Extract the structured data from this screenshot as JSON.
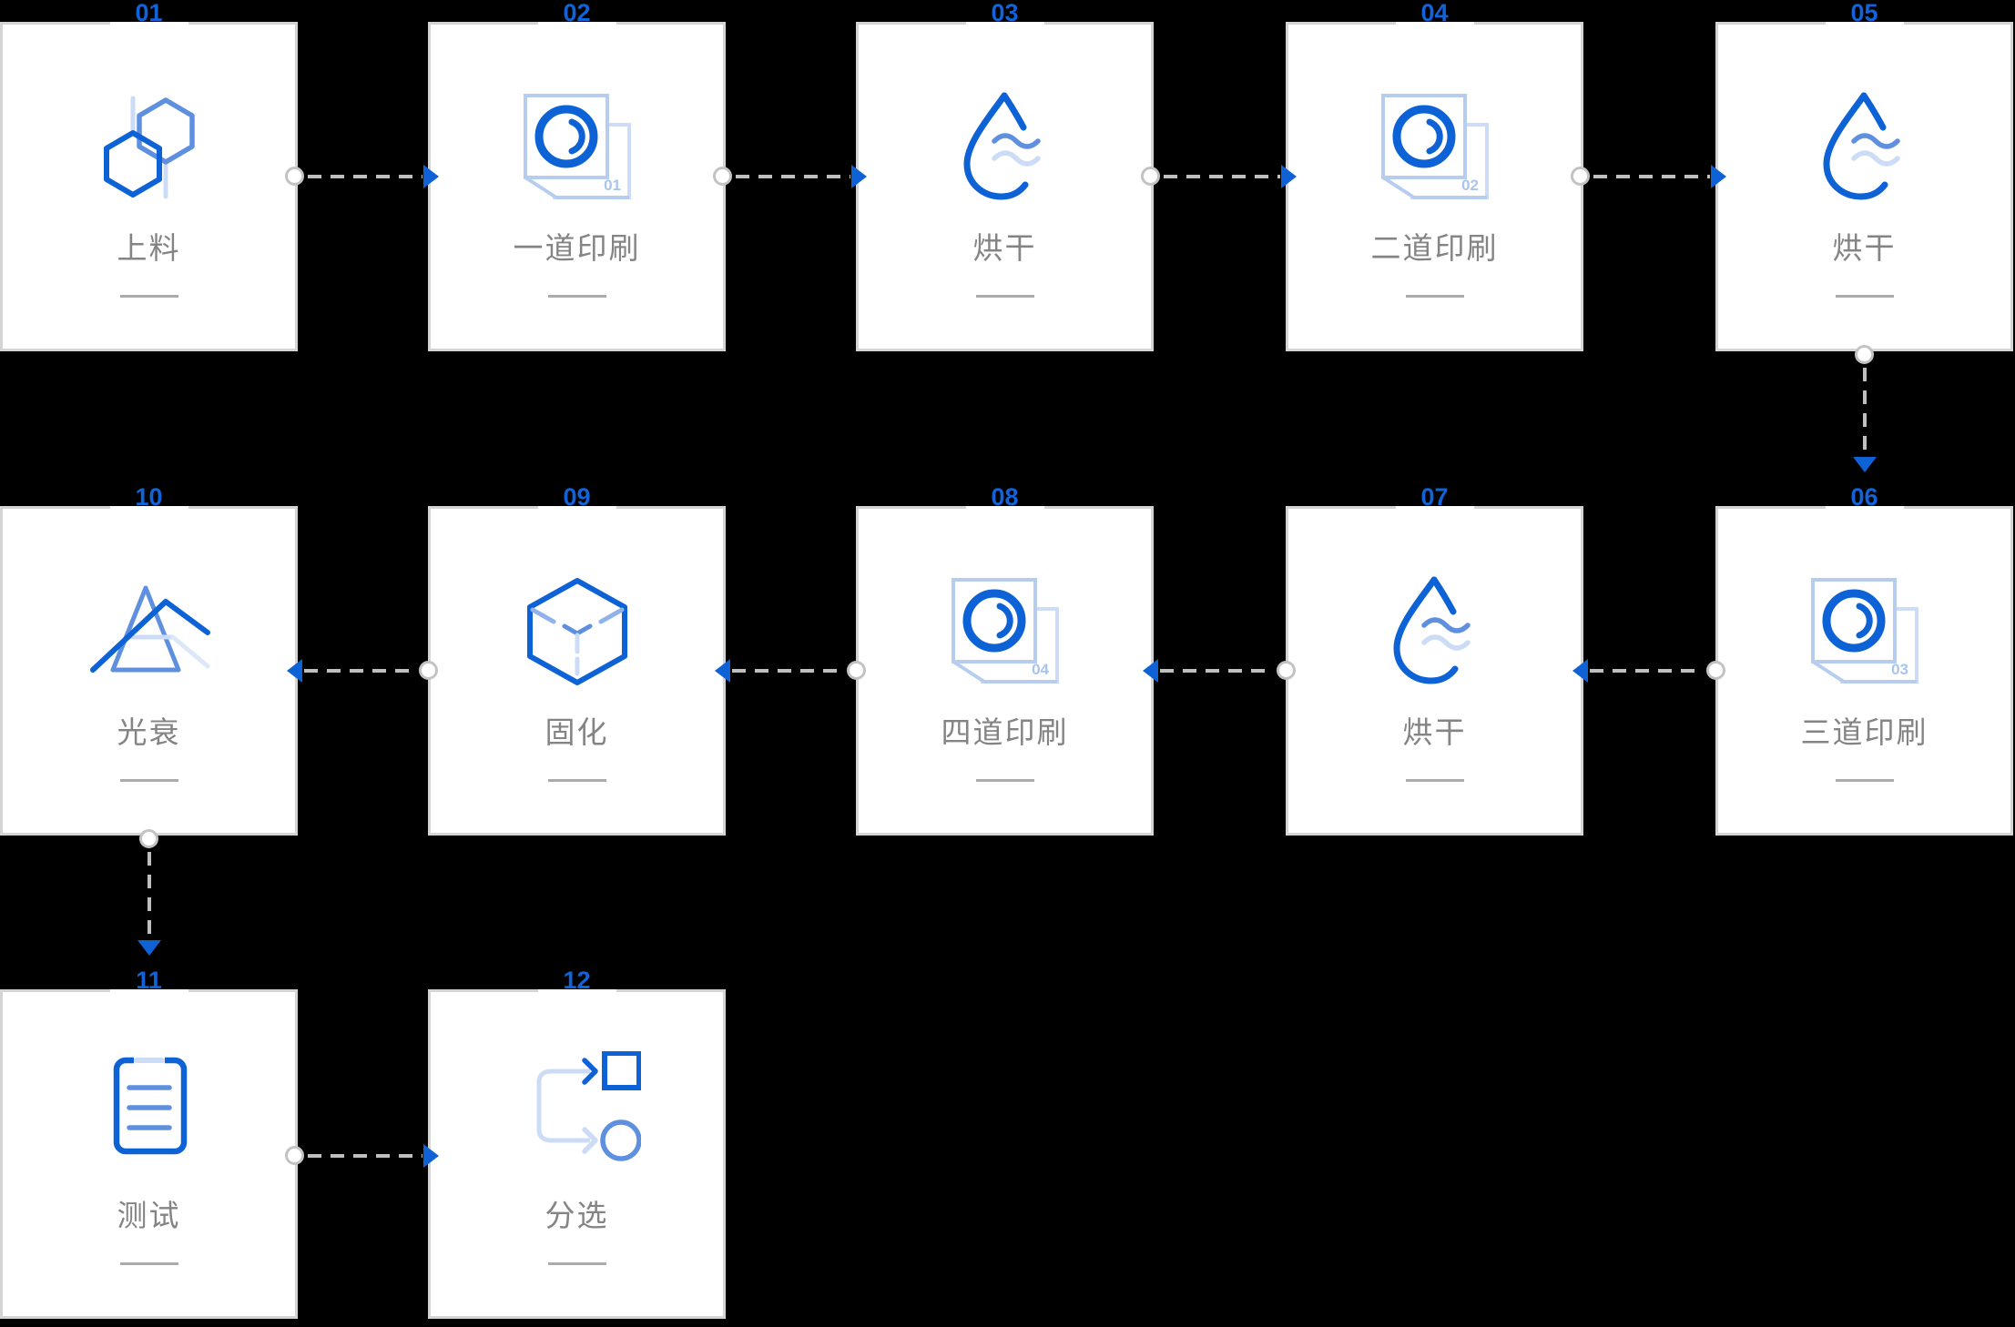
{
  "diagram": {
    "type": "process-flow",
    "description_visible_text_only": true,
    "colors": {
      "background": "#000000",
      "card_bg": "#ffffff",
      "card_border": "#d4d4d4",
      "step_number_blue": "#1063d9",
      "arrow_blue": "#0e62d6",
      "icon_dark_blue": "#0d62d5",
      "icon_medium_blue": "#5f90df",
      "icon_light_blue": "#b7cdf0",
      "icon_pale_blue": "#ccdcf6",
      "icon_palest_blue": "#dce7f8",
      "label_gray": "#848484",
      "underline_gray": "#ababab",
      "dash_gray": "#bfbfbf",
      "node_circle_gray": "#c3c3c3"
    }
  },
  "steps": [
    {
      "num": "01",
      "label": "上料",
      "icon": "hexagons",
      "row": 0,
      "col": 0
    },
    {
      "num": "02",
      "label": "一道印刷",
      "icon": "print",
      "badge": "01",
      "row": 0,
      "col": 1
    },
    {
      "num": "03",
      "label": "烘干",
      "icon": "dry",
      "row": 0,
      "col": 2
    },
    {
      "num": "04",
      "label": "二道印刷",
      "icon": "print",
      "badge": "02",
      "row": 0,
      "col": 3
    },
    {
      "num": "05",
      "label": "烘干",
      "icon": "dry",
      "row": 0,
      "col": 4
    },
    {
      "num": "06",
      "label": "三道印刷",
      "icon": "print",
      "badge": "03",
      "row": 1,
      "col": 4
    },
    {
      "num": "07",
      "label": "烘干",
      "icon": "dry",
      "row": 1,
      "col": 3
    },
    {
      "num": "08",
      "label": "四道印刷",
      "icon": "print",
      "badge": "04",
      "row": 1,
      "col": 2
    },
    {
      "num": "09",
      "label": "固化",
      "icon": "cube",
      "row": 1,
      "col": 1
    },
    {
      "num": "10",
      "label": "光衰",
      "icon": "prism",
      "row": 1,
      "col": 0
    },
    {
      "num": "11",
      "label": "测试",
      "icon": "checklist",
      "row": 2,
      "col": 0
    },
    {
      "num": "12",
      "label": "分选",
      "icon": "sort",
      "row": 2,
      "col": 1
    }
  ],
  "flow": [
    {
      "from": "01",
      "to": "02",
      "direction": "right"
    },
    {
      "from": "02",
      "to": "03",
      "direction": "right"
    },
    {
      "from": "03",
      "to": "04",
      "direction": "right"
    },
    {
      "from": "04",
      "to": "05",
      "direction": "right"
    },
    {
      "from": "05",
      "to": "06",
      "direction": "down"
    },
    {
      "from": "06",
      "to": "07",
      "direction": "left"
    },
    {
      "from": "07",
      "to": "08",
      "direction": "left"
    },
    {
      "from": "08",
      "to": "09",
      "direction": "left"
    },
    {
      "from": "09",
      "to": "10",
      "direction": "left"
    },
    {
      "from": "10",
      "to": "11",
      "direction": "down"
    },
    {
      "from": "11",
      "to": "12",
      "direction": "right"
    }
  ]
}
